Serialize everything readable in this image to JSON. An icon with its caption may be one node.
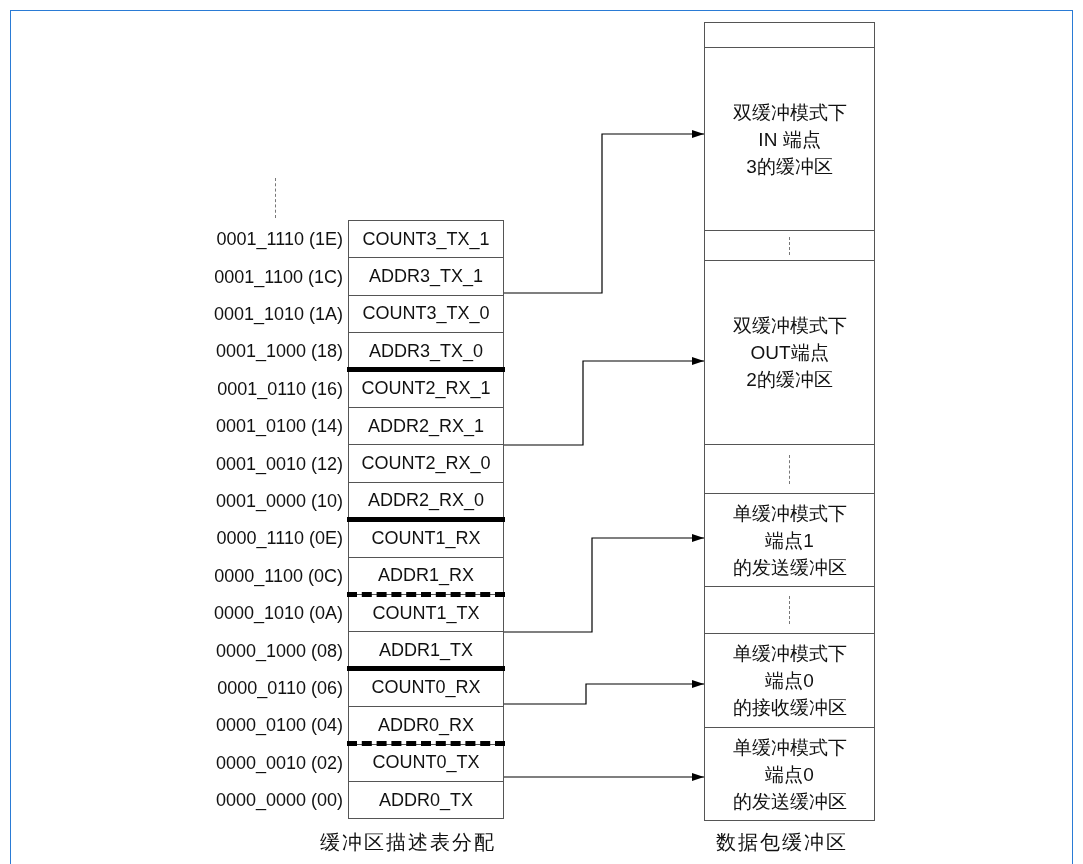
{
  "diagram": {
    "nodes": [
      {
        "text": [
          "COUNT3_TX_1"
        ],
        "beside": [
          "0001_1110 (1E)"
        ]
      },
      {
        "text": [
          "ADDR3_TX_1"
        ],
        "beside": [
          "0001_1100 (1C)"
        ]
      },
      {
        "text": [
          "COUNT3_TX_0"
        ],
        "beside": [
          "0001_1010 (1A)"
        ]
      },
      {
        "text": [
          "ADDR3_TX_0"
        ],
        "beside": [
          "0001_1000 (18)"
        ]
      },
      {
        "text": [
          "COUNT2_RX_1"
        ],
        "beside": [
          "0001_0110 (16)"
        ]
      },
      {
        "text": [
          "ADDR2_RX_1"
        ],
        "beside": [
          "0001_0100 (14)"
        ]
      },
      {
        "text": [
          "COUNT2_RX_0"
        ],
        "beside": [
          "0001_0010 (12)"
        ]
      },
      {
        "text": [
          "ADDR2_RX_0"
        ],
        "beside": [
          "0001_0000 (10)"
        ]
      },
      {
        "text": [
          "COUNT1_RX"
        ],
        "beside": [
          "0000_1110 (0E)"
        ]
      },
      {
        "text": [
          "ADDR1_RX"
        ],
        "beside": [
          "0000_1100 (0C)"
        ]
      },
      {
        "text": [
          "COUNT1_TX"
        ],
        "beside": [
          "0000_1010 (0A)"
        ]
      },
      {
        "text": [
          "ADDR1_TX"
        ],
        "beside": [
          "0000_1000 (08)"
        ]
      },
      {
        "text": [
          "COUNT0_RX"
        ],
        "beside": [
          "0000_0110 (06)"
        ]
      },
      {
        "text": [
          "ADDR0_RX"
        ],
        "beside": [
          "0000_0100 (04)"
        ]
      },
      {
        "text": [
          "COUNT0_TX"
        ],
        "beside": [
          "0000_0010 (02)"
        ]
      },
      {
        "text": [
          "ADDR0_TX"
        ],
        "beside": [
          "0000_0000 (00)"
        ]
      },
      {
        "text": [],
        "shape": "box"
      },
      {
        "text": [
          "双缓冲模式下IN 端点3的缓冲区"
        ]
      },
      {
        "text": [],
        "shape": "box"
      },
      {
        "text": [
          "双缓冲模式下OUT端点2的缓冲区"
        ]
      },
      {
        "text": [],
        "shape": "box"
      },
      {
        "text": [
          "单缓冲模式下端点1的发送缓冲区"
        ]
      },
      {
        "text": [],
        "shape": "box"
      },
      {
        "text": [
          "单缓冲模式下端点0的接收缓冲区"
        ]
      },
      {
        "text": [
          "单缓冲模式下端点0的发送缓冲区"
        ]
      }
    ],
    "edges": [
      {
        "from": 1,
        "to": 17,
        "arrow": "to"
      },
      {
        "from": 5,
        "to": 19,
        "arrow": "to"
      },
      {
        "from": 10,
        "to": 21,
        "arrow": "to"
      },
      {
        "from": 12,
        "to": 23,
        "arrow": "to"
      },
      {
        "from": 14,
        "to": 24,
        "arrow": "to"
      }
    ],
    "labels": [
      "缓冲区描述表分配",
      "数据包缓冲区"
    ]
  }
}
